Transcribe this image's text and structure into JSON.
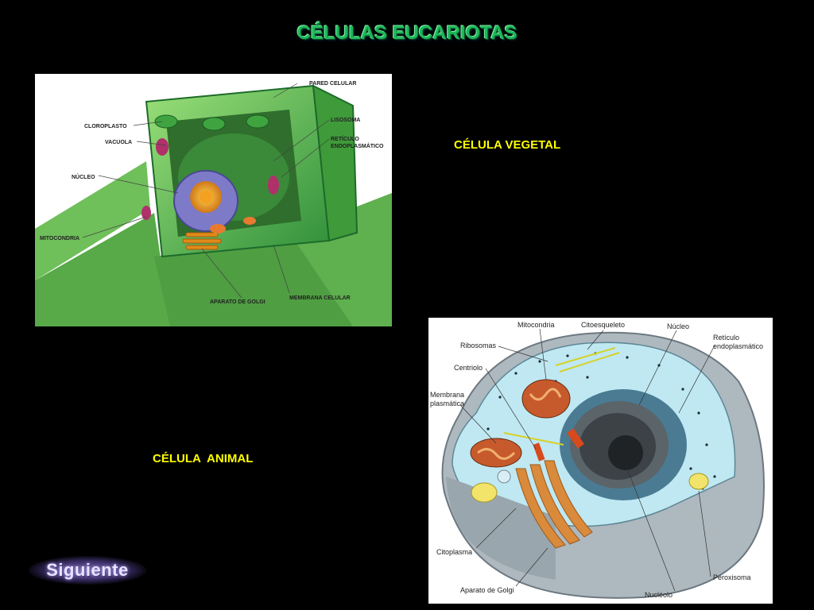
{
  "slide": {
    "title": "CÉLULAS   EUCARIOTAS",
    "caption_vegetal": "CÉLULA VEGETAL",
    "caption_animal": "CÉLULA  ANIMAL",
    "next_button_label": "Siguiente"
  },
  "plant_cell": {
    "labels": {
      "pared_celular": "PARED CELULAR",
      "cloroplasto": "CLOROPLASTO",
      "lisosoma": "LISOSOMA",
      "vacuola": "VACUOLA",
      "reticulo_1": "RETÍCULO",
      "reticulo_2": "ENDOPLASMÁTICO",
      "nucleo": "NÚCLEO",
      "mitocondria": "MITOCONDRIA",
      "membrana": "MEMBRANA CELULAR",
      "golgi": "APARATO DE GOLGI"
    }
  },
  "animal_cell": {
    "labels": {
      "mitocondria": "Mitocondria",
      "citoesqueleto": "Citoesqueleto",
      "nucleo": "Núcleo",
      "reticulo_1": "Retículo",
      "reticulo_2": "endoplasmático",
      "ribosomas": "Ribosomas",
      "centriolo": "Centriolo",
      "membrana_1": "Membrana",
      "membrana_2": "plasmática",
      "citoplasma": "Citoplasma",
      "golgi": "Aparato de Golgi",
      "nucleolo": "Nucléolo",
      "peroxisoma": "Peroxisoma"
    }
  },
  "colors": {
    "title": "#1fb85a",
    "caption": "#ffff00",
    "background": "#000000"
  }
}
